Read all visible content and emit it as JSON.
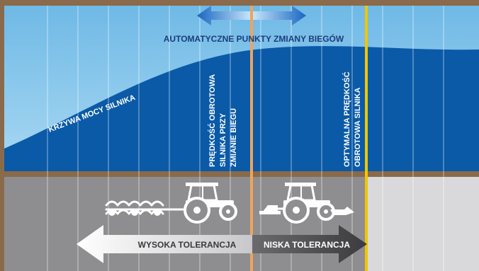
{
  "labels": {
    "shift_points": "AUTOMATYCZNE PUNKTY ZMIANY BIEGÓW",
    "power_curve": "KRZYWA MOCY SILNIKA",
    "shift_speed_line1": "PRĘDKOŚĆ OBROTOWA",
    "shift_speed_line2": "SILNIKA PRZY",
    "shift_speed_line3": "ZMIANIE BIEGU",
    "optimal_line1": "OPTYMALNA PRĘDKOŚĆ",
    "optimal_line2": "OBROTOWA SILNIKA",
    "high_tolerance": "WYSOKA TOLERANCJA",
    "low_tolerance": "NISKA TOLERANCJA"
  },
  "icons": {
    "plough_tractor": "tractor-with-plough-icon",
    "mower_tractor": "tractor-with-mower-icon",
    "shift_arrow": "double-arrow-icon"
  },
  "colors": {
    "sky_light": "#7ec3ea",
    "curve_blue": "#0a5aa8",
    "upper_band": "#8e8e90",
    "lower_right": "#d9d9db",
    "orange_line": "#f0a35a",
    "yellow_line": "#f5c400",
    "dark_arrow": "#4a4a4c"
  }
}
